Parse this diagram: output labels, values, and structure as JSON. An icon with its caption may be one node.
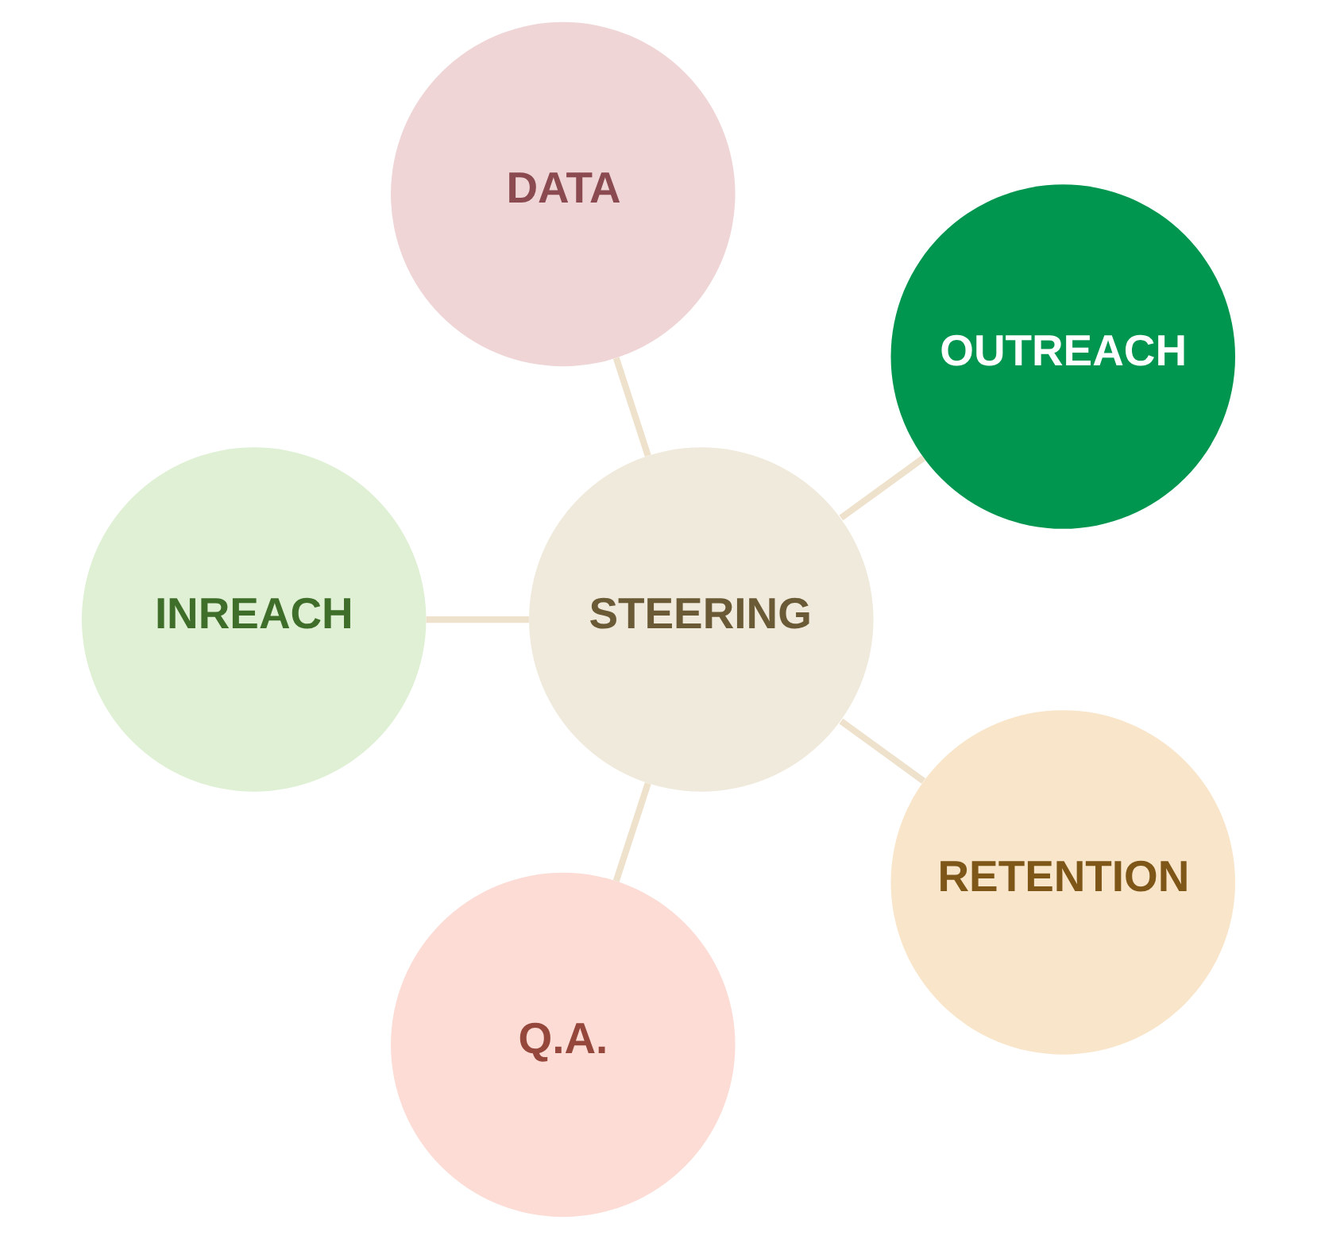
{
  "diagram": {
    "nodes": [
      {
        "text": [
          "OUTREACH"
        ]
      },
      {
        "text": [
          "DATA"
        ]
      },
      {
        "text": [
          "INREACH"
        ]
      },
      {
        "text": [
          "STEERING"
        ]
      },
      {
        "text": [
          "Q.A."
        ]
      },
      {
        "text": [
          "RETENTION"
        ]
      }
    ],
    "edges": [
      {
        "from": 3,
        "to": 0,
        "arrow": "none"
      },
      {
        "from": 3,
        "to": 2,
        "arrow": "none"
      },
      {
        "from": 3,
        "to": 5,
        "arrow": "none"
      },
      {
        "from": 3,
        "to": 4,
        "arrow": "none"
      },
      {
        "from": 3,
        "to": 1,
        "arrow": "none"
      }
    ]
  }
}
